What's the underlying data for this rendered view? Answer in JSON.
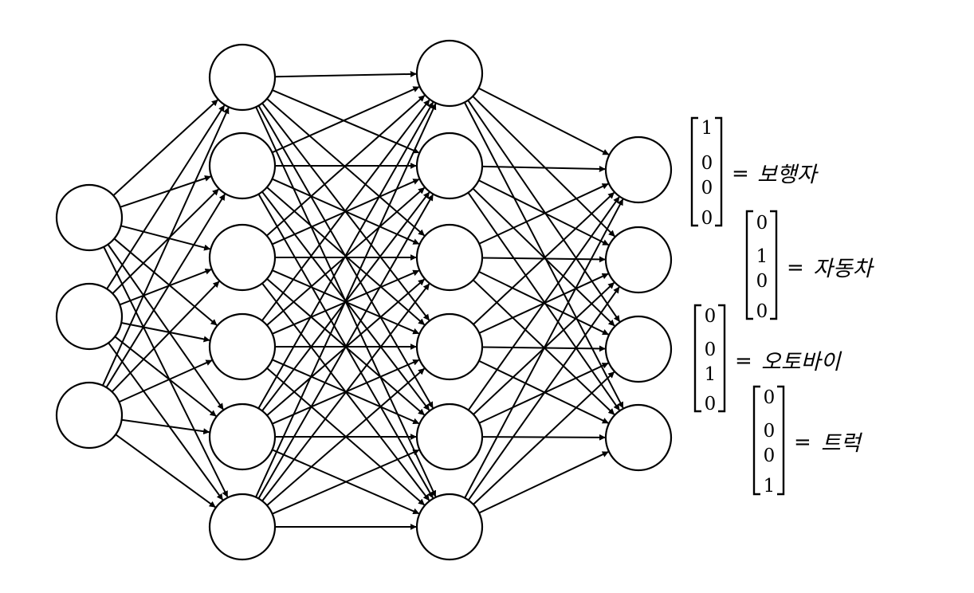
{
  "network": {
    "layers": [
      3,
      6,
      6,
      4
    ],
    "connection": "fully-connected",
    "arrow_style": "filled-triangle",
    "node_fill": "#ffffff",
    "line_color": "#000000"
  },
  "outputs": [
    {
      "vector": [
        "1",
        "0",
        "0",
        "0"
      ],
      "equals": "=",
      "label": "보행자"
    },
    {
      "vector": [
        "0",
        "1",
        "0",
        "0"
      ],
      "equals": "=",
      "label": "자동차"
    },
    {
      "vector": [
        "0",
        "0",
        "1",
        "0"
      ],
      "equals": "=",
      "label": "오토바이"
    },
    {
      "vector": [
        "0",
        "0",
        "0",
        "1"
      ],
      "equals": "=",
      "label": "트럭"
    }
  ]
}
